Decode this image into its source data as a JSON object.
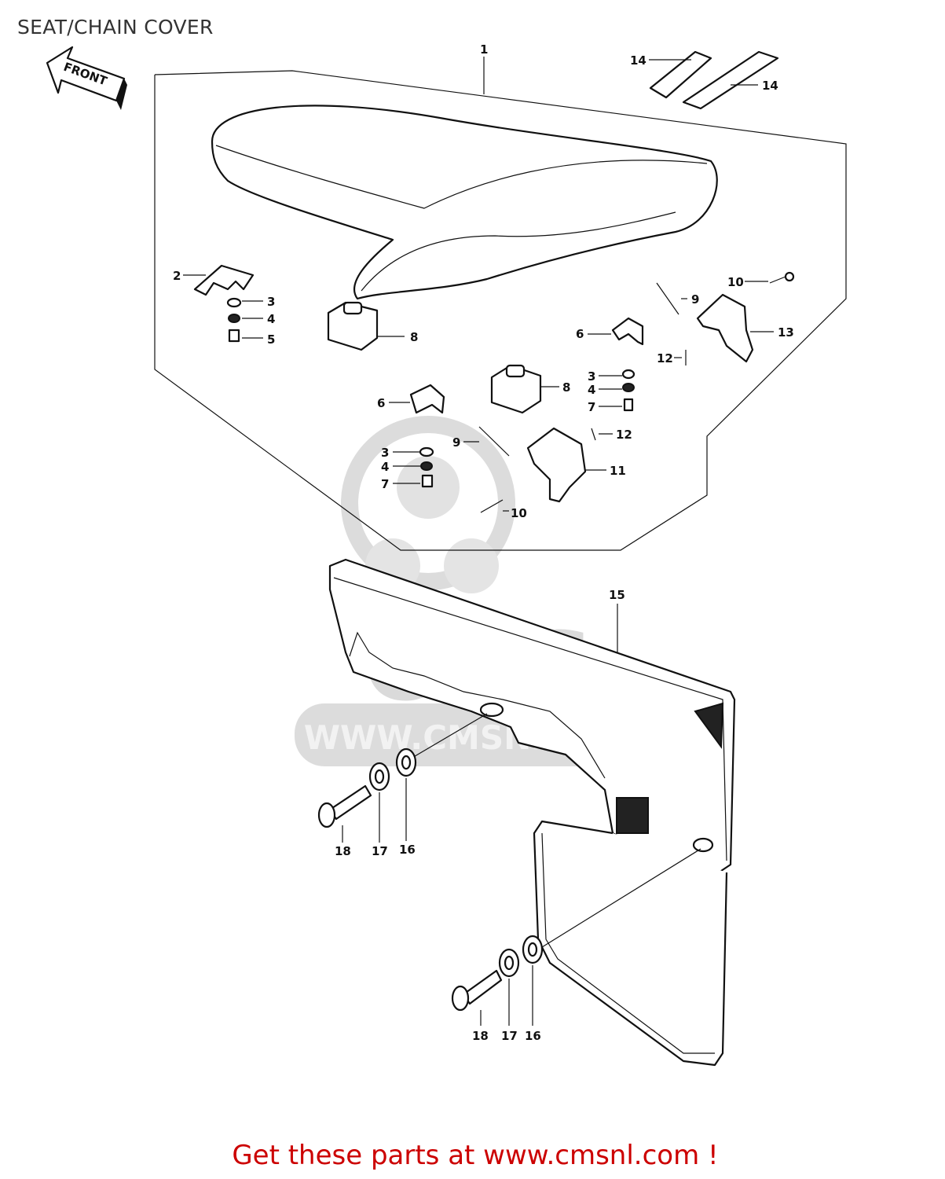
{
  "page": {
    "title": "SEAT/CHAIN COVER",
    "footer": "Get these parts at www.cmsnl.com !",
    "footer_color": "#cc0000"
  },
  "front_arrow": {
    "label": "FRONT",
    "icon": "front-arrow-icon"
  },
  "watermark": {
    "logo_text": "CMS",
    "url_text": "WWW.CMSNL.COM",
    "color": "#d8d8d8"
  },
  "callouts": {
    "c1": "1",
    "c2": "2",
    "c3a": "3",
    "c3b": "3",
    "c3c": "3",
    "c4a": "4",
    "c4b": "4",
    "c4c": "4",
    "c5": "5",
    "c6a": "6",
    "c6b": "6",
    "c7a": "7",
    "c7b": "7",
    "c8a": "8",
    "c8b": "8",
    "c9a": "9",
    "c9b": "9",
    "c10a": "10",
    "c10b": "10",
    "c11": "11",
    "c12a": "12",
    "c12b": "12",
    "c13": "13",
    "c14a": "14",
    "c14b": "14",
    "c15": "15",
    "c16a": "16",
    "c16b": "16",
    "c17a": "17",
    "c17b": "17",
    "c18a": "18",
    "c18b": "18"
  }
}
